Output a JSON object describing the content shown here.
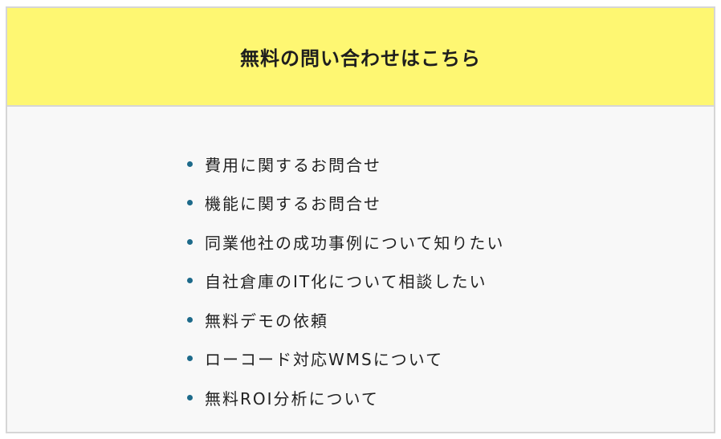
{
  "header": {
    "title": "無料の問い合わせはこちら"
  },
  "colors": {
    "header_bg": "#fef772",
    "body_bg": "#f8f8f8",
    "border": "#d6d6d6",
    "bullet": "#1d6a8a"
  },
  "items": [
    {
      "label": "費用に関するお問合せ"
    },
    {
      "label": "機能に関するお問合せ"
    },
    {
      "label": "同業他社の成功事例について知りたい"
    },
    {
      "label": "自社倉庫のIT化について相談したい"
    },
    {
      "label": "無料デモの依頼"
    },
    {
      "label": "ローコード対応WMSについて"
    },
    {
      "label": "無料ROI分析について"
    }
  ]
}
